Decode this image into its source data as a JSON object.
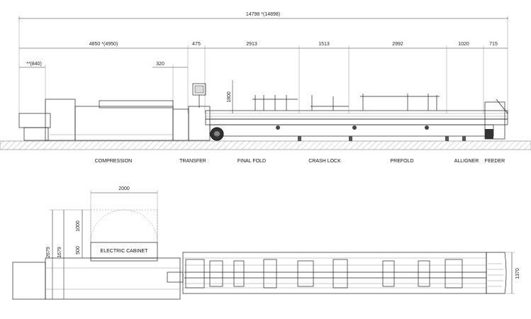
{
  "dimensions": {
    "overall": "14798 *(14898)",
    "compression_length": "4850 *(4950)",
    "transfer": "475",
    "final_fold": "2913",
    "crash_lock": "1513",
    "prefold": "2992",
    "alligner": "1020",
    "feeder": "715",
    "compression_offset": "**(840)",
    "offset_320": "320",
    "height_1800": "1800",
    "cabinet_width": "2000",
    "cabinet_swing": "1000",
    "cabinet_depth": "500",
    "total_1679": "1679",
    "total_2679": "2679",
    "machine_width": "1370"
  },
  "sections": {
    "compression": "COMPRESSION",
    "transfer": "TRANSFER",
    "final_fold": "FINAL FOLD",
    "crash_lock": "CRASH LOCK",
    "prefold": "PREFOLD",
    "alligner": "ALLIGNER",
    "feeder": "FEEDER"
  },
  "cabinet_label": "ELECTRIC CABINET"
}
